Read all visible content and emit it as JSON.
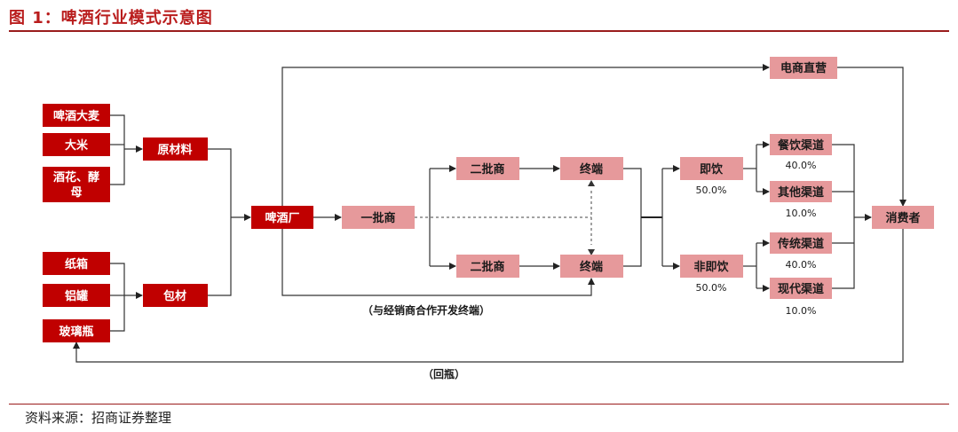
{
  "header": {
    "title": "图 1：啤酒行业模式示意图"
  },
  "nodes": {
    "barley": "啤酒大麦",
    "rice": "大米",
    "hops_line1": "酒花、酵",
    "hops_line2": "母",
    "raw_materials": "原材料",
    "carton": "纸箱",
    "aluminum_can": "铝罐",
    "glass_bottle": "玻璃瓶",
    "packaging": "包材",
    "brewery": "啤酒厂",
    "distributor_1": "一批商",
    "distributor_2_top": "二批商",
    "distributor_2_bottom": "二批商",
    "terminal_top": "终端",
    "terminal_bottom": "终端",
    "on_premise": "即饮",
    "off_premise": "非即饮",
    "catering": "餐饮渠道",
    "other": "其他渠道",
    "traditional": "传统渠道",
    "modern": "现代渠道",
    "ecommerce": "电商直营",
    "consumer": "消费者"
  },
  "percentages": {
    "on_premise": "50.0%",
    "off_premise": "50.0%",
    "catering": "40.0%",
    "other": "10.0%",
    "traditional": "40.0%",
    "modern": "10.0%"
  },
  "notes": {
    "cooperation": "（与经销商合作开发终端）",
    "return_bottle": "（回瓶）"
  },
  "footer": {
    "source": "资料来源：招商证券整理"
  }
}
